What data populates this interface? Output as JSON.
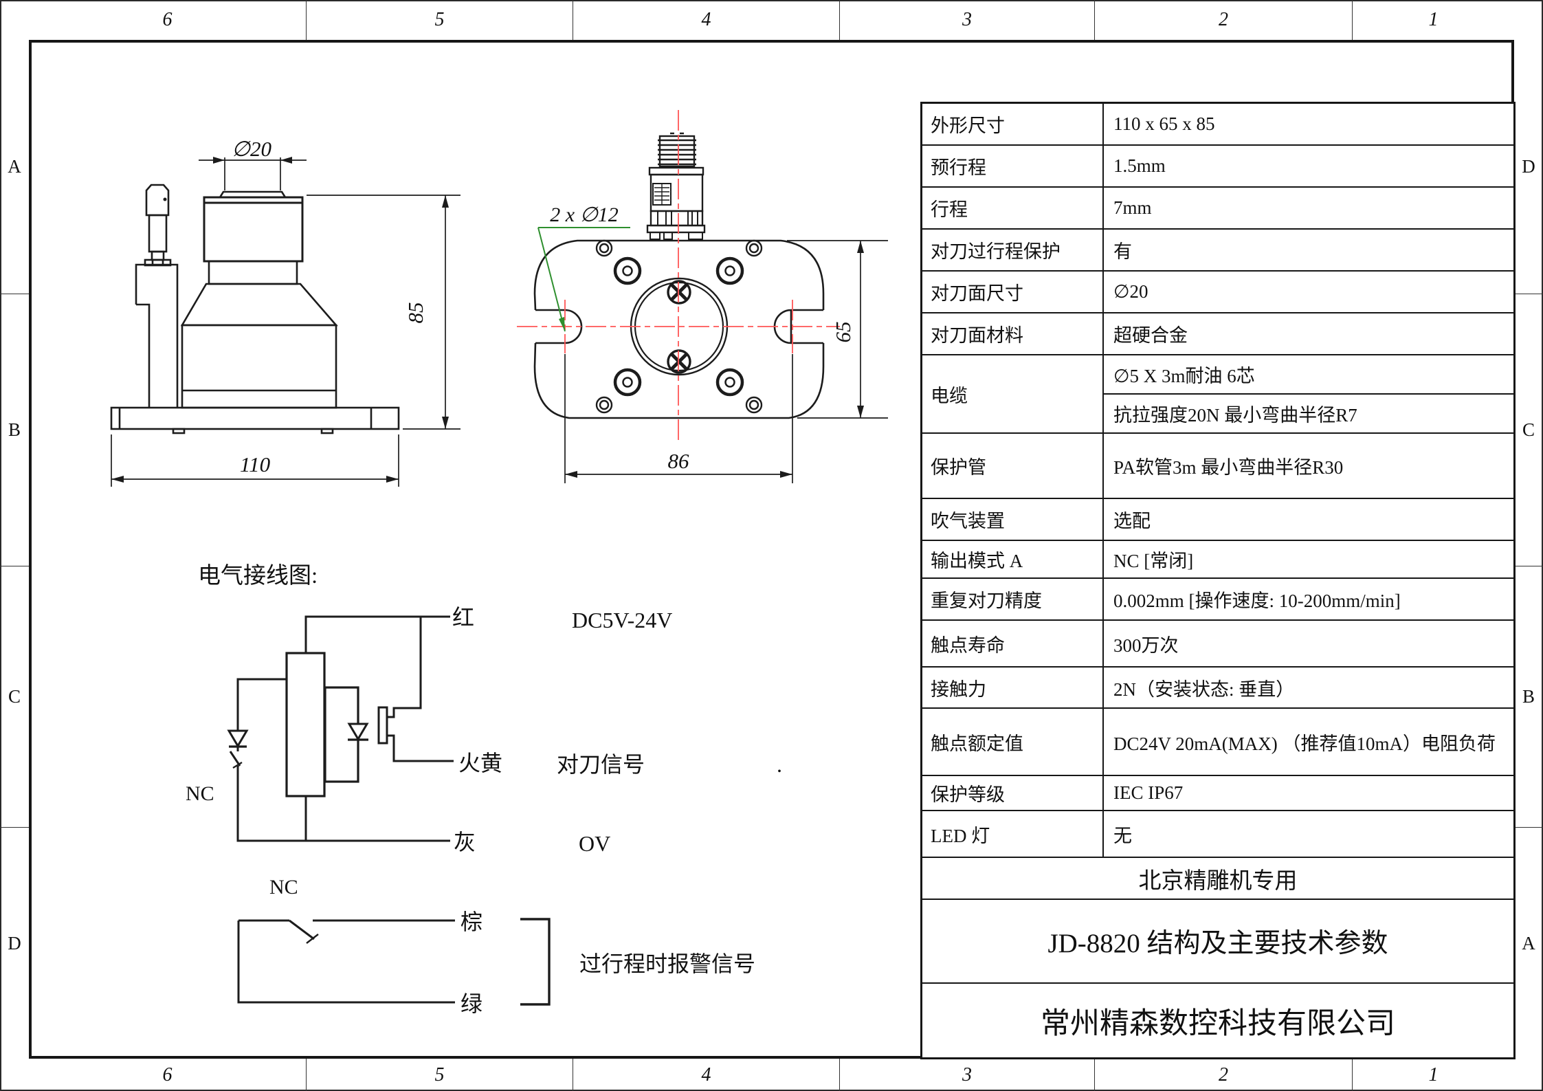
{
  "colors": {
    "line": "#1c1c1c",
    "centerline_red": "#ff5555",
    "annotation_green": "#2e8f2e"
  },
  "frame": {
    "cols_top": [
      "6",
      "5",
      "4",
      "3",
      "2",
      "1"
    ],
    "cols_bottom": [
      "6",
      "5",
      "4",
      "3",
      "2",
      "1"
    ],
    "rows_left": [
      "A",
      "B",
      "C",
      "D"
    ],
    "rows_right": [
      "D",
      "C",
      "B",
      "A"
    ]
  },
  "views": {
    "front": {
      "dim_face": "∅20",
      "dim_height": "85",
      "dim_width": "110"
    },
    "top": {
      "note_holes": "2 x ∅12",
      "dim_height": "65",
      "dim_width": "86"
    }
  },
  "wiring": {
    "title": "电气接线图:",
    "nc_upper": "NC",
    "nc_lower": "NC",
    "wire_red": "红",
    "supply": "DC5V-24V",
    "wire_yellow": "火黄",
    "signal": "对刀信号",
    "wire_gray": "灰",
    "zero_volt": "OV",
    "wire_brown": "棕",
    "wire_green": "绿",
    "alarm": "过行程时报警信号",
    "stray_dot": "."
  },
  "table": {
    "rows": [
      {
        "label": "外形尺寸",
        "value": "110 x 65 x 85"
      },
      {
        "label": "预行程",
        "value": "1.5mm"
      },
      {
        "label": "行程",
        "value": "7mm"
      },
      {
        "label": "对刀过行程保护",
        "value": "有"
      },
      {
        "label": "对刀面尺寸",
        "value": "∅20"
      },
      {
        "label": "对刀面材料",
        "value": "超硬合金"
      },
      {
        "label": "电缆",
        "value": "∅5 X 3m耐油 6芯",
        "value2": "抗拉强度20N 最小弯曲半径R7"
      },
      {
        "label": "保护管",
        "value": "PA软管3m 最小弯曲半径R30"
      },
      {
        "label": "吹气装置",
        "value": "选配"
      },
      {
        "label": "输出模式 A",
        "value": "NC [常闭]"
      },
      {
        "label": "重复对刀精度",
        "value": "0.002mm [操作速度: 10-200mm/min]"
      },
      {
        "label": "触点寿命",
        "value": "300万次"
      },
      {
        "label": "接触力",
        "value": "2N（安装状态: 垂直）"
      },
      {
        "label": "触点额定值",
        "value": "DC24V 20mA(MAX) （推荐值10mA）电阻负荷"
      },
      {
        "label": "保护等级",
        "value": "IEC IP67"
      },
      {
        "label": "LED 灯",
        "value": "无"
      }
    ],
    "footers": [
      "北京精雕机专用",
      "JD-8820 结构及主要技术参数",
      "常州精森数控科技有限公司"
    ]
  }
}
